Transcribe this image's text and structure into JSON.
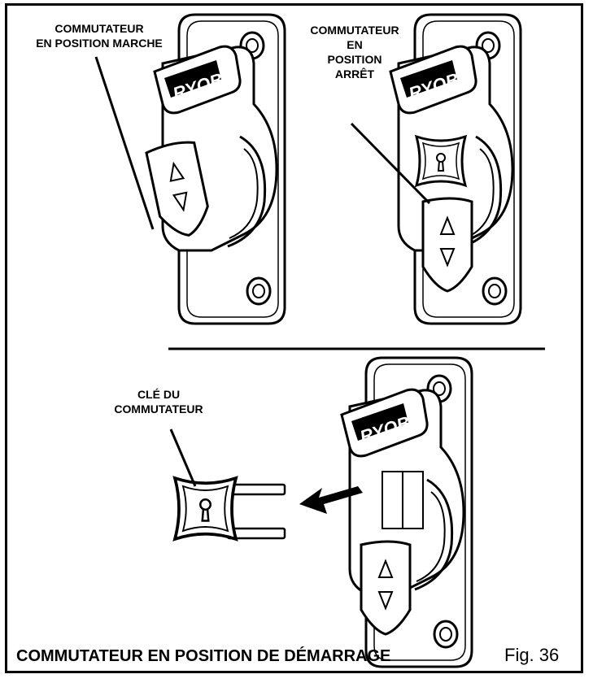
{
  "labels": {
    "switch_on": [
      "COMMUTATEUR",
      "EN POSITION MARCHE"
    ],
    "switch_off": [
      "COMMUTATEUR",
      "EN",
      "POSITION",
      "ARRÊT"
    ],
    "switch_key": [
      "CLÉ DU",
      "COMMUTATEUR"
    ]
  },
  "brand": "RYOBI",
  "caption": "COMMUTATEUR EN POSITION DE DÉMARRAGE",
  "figure_number": "Fig. 36",
  "icons": [
    "switch-housing-icon",
    "padlock-key-icon",
    "arrow-left-icon",
    "triangle-up-icon"
  ],
  "colors": {
    "ink": "#000000",
    "paper": "#ffffff"
  }
}
